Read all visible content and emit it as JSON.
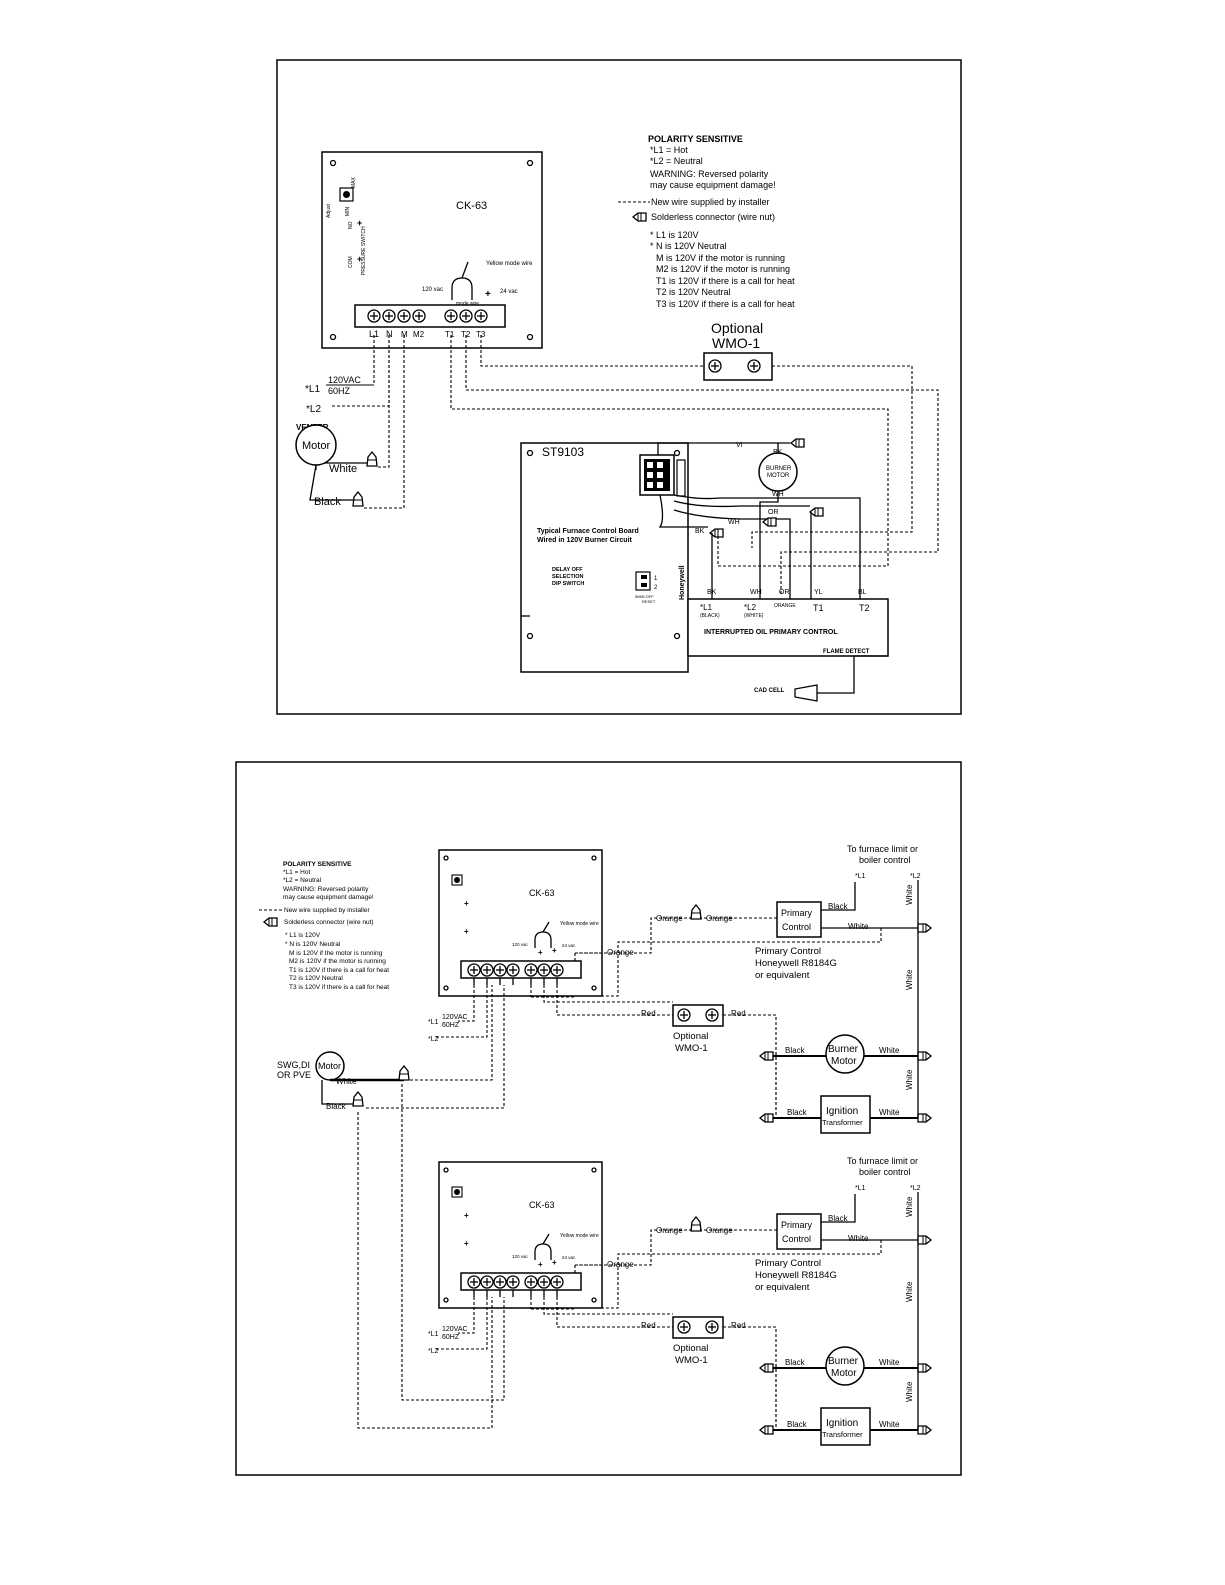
{
  "top": {
    "polarity": [
      "POLARITY SENSITIVE",
      "*L1 = Hot",
      "*L2 = Neutral",
      "WARNING: Reversed polarity",
      "may cause equipment damage!"
    ],
    "new_wire": "New wire supplied by installer",
    "solderless": "Solderless connector (wire nut)",
    "notes": [
      "* L1  is 120V",
      "* N is 120V Neutral",
      "M is 120V if the motor is running",
      "M2 is 120V if the motor is running",
      "T1  is 120V if there is a call for heat",
      "T2 is 120V Neutral",
      "T3 is 120V if there is a call for heat"
    ],
    "ck_label": "CK-63",
    "adj": "Adjust",
    "max": "MAX",
    "min": "MIN",
    "press_switch": "PRESSURE SWITCH",
    "no": "NO",
    "com": "COM",
    "yellow_wire": "Yellow mode wire",
    "v120": "120 vac",
    "v24": "24 vac",
    "mode_wire": "mode wire",
    "terminals": [
      "L1",
      "N",
      "M",
      "M2",
      "T1",
      "T2",
      "T3"
    ],
    "optional": "Optional",
    "wmo": "WMO-1",
    "vac": "120VAC",
    "hz": "60HZ",
    "l1": "*L1",
    "l2": "*L2",
    "venter": "VENTER",
    "motor": "Motor",
    "white": "White",
    "black": "Black",
    "st_label": "ST9103",
    "honeywell": "Honeywell",
    "board_desc": [
      "Typical Furnace Control Board",
      "Wired in 120V Burner Circuit"
    ],
    "dip": [
      "DELAY OFF",
      "SELECTION",
      "DIP SWITCH"
    ],
    "dip_nums": [
      "1",
      "2"
    ],
    "dip_sub": "5MIN  OFF",
    "dip_sub2": "RESET",
    "vi": "VI",
    "bk": "BK",
    "burner_motor": [
      "BURNER",
      "MOTOR"
    ],
    "wh": "WH",
    "or": "OR",
    "yl": "YL",
    "bl": "BL",
    "p_l1": "*L1",
    "p_black": "(BLACK)",
    "p_l2": "*L2",
    "p_white": "(WHITE)",
    "p_orange": "ORANGE",
    "p_t1": "T1",
    "p_t2": "T2",
    "primary_ctrl": "INTERRUPTED OIL PRIMARY CONTROL",
    "flame_detect": "FLAME DETECT",
    "cad_cell": "CAD CELL"
  },
  "bottom": {
    "polarity": [
      "POLARITY SENSITIVE",
      "*L1 = Hot",
      "*L2 = Neutral",
      "WARNING: Reversed polarity",
      "may cause equipment damage!"
    ],
    "new_wire": "New wire supplied by installer",
    "solderless": "Solderless connector (wire nut)",
    "notes": [
      "* L1  is 120V",
      "* N is 120V Neutral",
      "M is 120V if the motor is running",
      "M2 is 120V if the motor is running",
      "T1  is 120V if there is a call for heat",
      "T2 is 120V Neutral",
      "T3 is 120V if there is a call for heat"
    ],
    "swg": "SWG,DI",
    "pve": "OR PVE",
    "motor": "Motor",
    "white": "White",
    "black": "Black",
    "units": [
      {
        "ck_label": "CK-63",
        "furnace_limit": [
          "To furnace limit or",
          "boiler control"
        ],
        "l1": "*L1",
        "l2": "*L2",
        "orange": "Orange",
        "primary": [
          "Primary",
          "Control"
        ],
        "primary_name": [
          "Primary Control",
          "Honeywell R8184G",
          "or equivalent"
        ],
        "black": "Black",
        "white": "White",
        "red": "Red",
        "optional": "Optional",
        "wmo": "WMO-1",
        "burner": [
          "Burner",
          "Motor"
        ],
        "ignition": [
          "Ignition",
          "Transformer"
        ],
        "vac": "120VAC",
        "hz": "60HZ",
        "yellow_wire": "Yellow mode wire",
        "v120": "120 vac",
        "v24": "24 vac"
      },
      {
        "ck_label": "CK-63",
        "furnace_limit": [
          "To furnace limit or",
          "boiler control"
        ],
        "l1": "*L1",
        "l2": "*L2",
        "orange": "Orange",
        "primary": [
          "Primary",
          "Control"
        ],
        "primary_name": [
          "Primary Control",
          "Honeywell R8184G",
          "or equivalent"
        ],
        "black": "Black",
        "white": "White",
        "red": "Red",
        "optional": "Optional",
        "wmo": "WMO-1",
        "burner": [
          "Burner",
          "Motor"
        ],
        "ignition": [
          "Ignition",
          "Transformer"
        ],
        "vac": "120VAC",
        "hz": "60HZ",
        "yellow_wire": "Yellow mode wire",
        "v120": "120 vac",
        "v24": "24 vac"
      }
    ]
  }
}
